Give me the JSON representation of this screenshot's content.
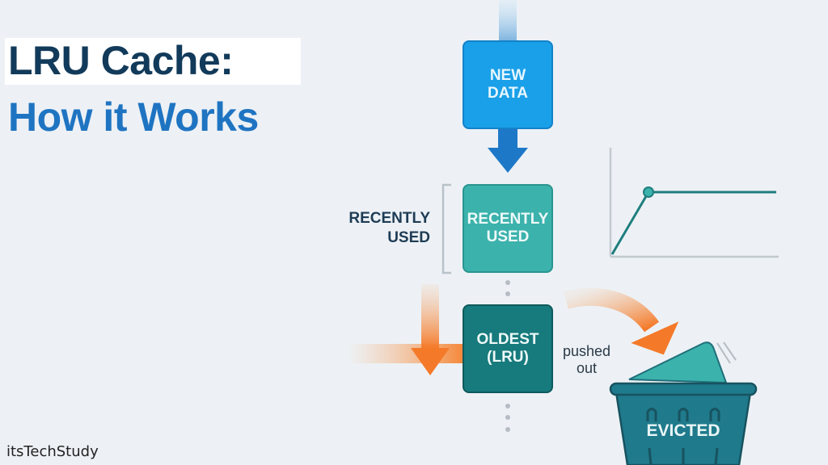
{
  "title": {
    "line1": "LRU Cache:",
    "line2": "How it Works"
  },
  "blocks": {
    "new_data": {
      "line1": "NEW",
      "line2": "DATA"
    },
    "recently_used": {
      "line1": "RECENTLY",
      "line2": "USED"
    },
    "oldest": {
      "line1": "OLDEST",
      "line2": "(LRU)"
    }
  },
  "side_label": {
    "line1": "RECENTLY",
    "line2": "USED"
  },
  "pushed_out": {
    "line1": "pushed",
    "line2": "out"
  },
  "bin_label": "EVICTED",
  "watermark": "itsTechStudy",
  "colors": {
    "new_data": "#1aa0e8",
    "recently_used": "#3cb2ac",
    "oldest": "#177a7c",
    "arrow_blue": "#1e78c8",
    "arrow_orange": "#f47a2a",
    "bin": "#1f7a8c",
    "title_dark": "#123a5a",
    "title_blue": "#1f74c2"
  },
  "icons": {
    "down_arrow": "arrow-down-icon",
    "orange_arrow": "arrow-orange-icon",
    "curved_arrow": "curved-arrow-icon",
    "trash_bin": "trash-bin-icon",
    "mini_chart": "line-chart-icon"
  }
}
